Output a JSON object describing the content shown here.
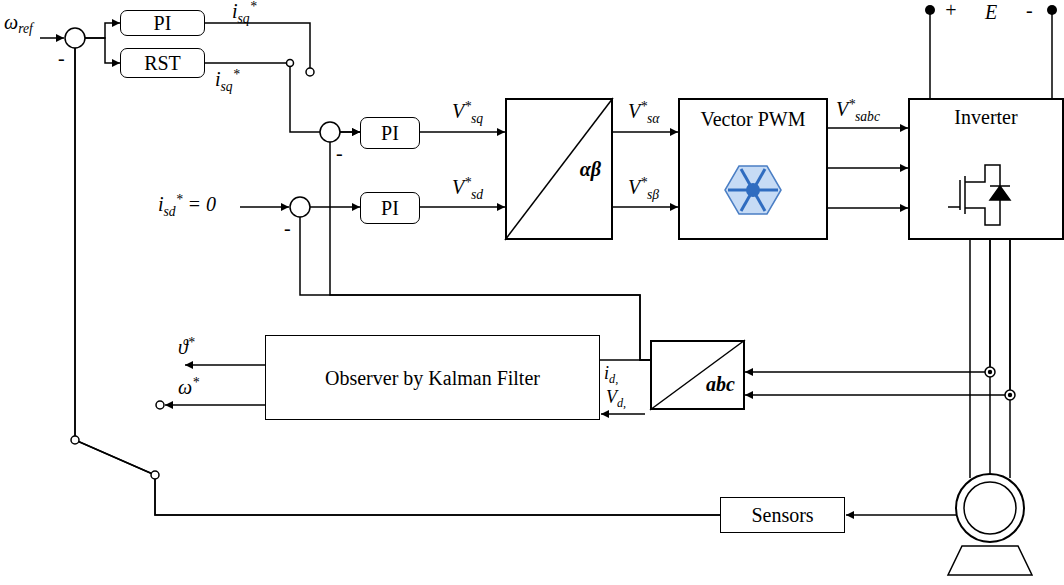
{
  "diagram": {
    "nodes": [
      {
        "text": [
          "PI"
        ]
      },
      {
        "text": [
          "RST"
        ]
      },
      {
        "text": [
          "PI"
        ]
      },
      {
        "text": [
          "PI"
        ]
      },
      {
        "text": [
          "αβ"
        ]
      },
      {
        "text": [
          "Vector PWM"
        ]
      },
      {
        "text": [
          "Inverter"
        ]
      },
      {
        "text": [
          "abc"
        ]
      },
      {
        "text": [
          "Observer by Kalman Filter"
        ]
      },
      {
        "text": [
          "Sensors"
        ]
      }
    ],
    "edges": [
      {
        "from": 9,
        "to": 0,
        "arrow": "to"
      },
      {
        "from": 9,
        "to": 1,
        "arrow": "to"
      },
      {
        "from": 1,
        "to": 2,
        "arrow": "to"
      },
      {
        "from": 7,
        "to": 2,
        "arrow": "to"
      },
      {
        "from": 7,
        "to": 3,
        "arrow": "to"
      },
      {
        "from": 7,
        "to": 8,
        "arrow": "none"
      },
      {
        "from": 2,
        "to": 4,
        "arrow": "to"
      },
      {
        "from": 3,
        "to": 4,
        "arrow": "to"
      },
      {
        "from": 4,
        "to": 5,
        "arrow": "to"
      },
      {
        "from": 4,
        "to": 5,
        "arrow": "to"
      },
      {
        "from": 5,
        "to": 6,
        "arrow": "to"
      },
      {
        "from": 5,
        "to": 6,
        "arrow": "to"
      },
      {
        "from": 5,
        "to": 6,
        "arrow": "to"
      },
      {
        "from": 6,
        "to": 7,
        "arrow": "to"
      },
      {
        "from": 6,
        "to": 7,
        "arrow": "to"
      }
    ],
    "labels": [
      "ωref",
      "isq*",
      "isq*",
      "V*sq",
      "V*sd",
      "isd* = 0",
      "-",
      "-",
      "-",
      "V*sα",
      "V*sβ",
      "V*sabc",
      "+",
      "E",
      "-",
      "ϑ*",
      "ω*",
      "id,",
      "Vd,"
    ]
  }
}
